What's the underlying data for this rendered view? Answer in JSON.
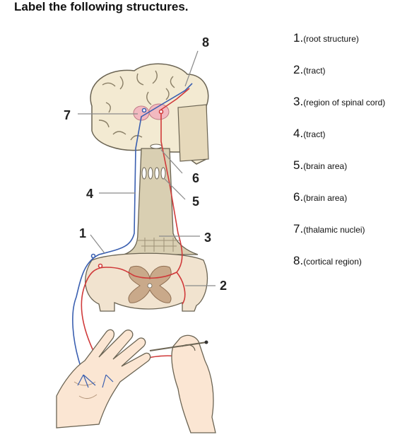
{
  "title": "Label the following structures.",
  "labels": [
    "1",
    "2",
    "3",
    "4",
    "5",
    "6",
    "7",
    "8"
  ],
  "answers": [
    {
      "number": "1.",
      "hint": "(root structure)"
    },
    {
      "number": "2.",
      "hint": "(tract)"
    },
    {
      "number": "3.",
      "hint": "(region of spinal cord)"
    },
    {
      "number": "4.",
      "hint": "(tract)"
    },
    {
      "number": "5.",
      "hint": "(brain area)"
    },
    {
      "number": "6.",
      "hint": "(brain area)"
    },
    {
      "number": "7.",
      "hint": "(thalamic nuclei)"
    },
    {
      "number": "8.",
      "hint": "(cortical region)"
    }
  ],
  "colors": {
    "pathway_blue": "#3a5fb0",
    "pathway_red": "#d03a3a",
    "tissue": "#efe0c8",
    "gray_matter": "#c9a98a",
    "brainstem": "#d6ccb0"
  }
}
